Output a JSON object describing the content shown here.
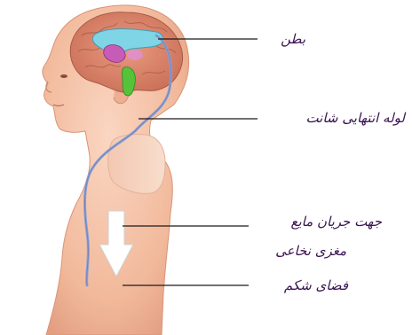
{
  "labels": {
    "ventricle": "بطن",
    "shunt_tube_end": "لوله انتهایی شانت",
    "csf_flow_direction_line1": "جهت جریان مایع",
    "csf_flow_direction_line2": "مغزی نخاعی",
    "abdominal_cavity": "فضای شکم"
  },
  "colors": {
    "skin": "#f4c3a6",
    "skin_shadow": "#e7a587",
    "brain": "#d9826a",
    "ventricle": "#7fd4e6",
    "thalamus": "#c65bb8",
    "brainstem": "#56c23a",
    "shunt_tube": "#8ea2d2",
    "label_text": "#3a1450",
    "leader_line": "#1b1b1b"
  }
}
